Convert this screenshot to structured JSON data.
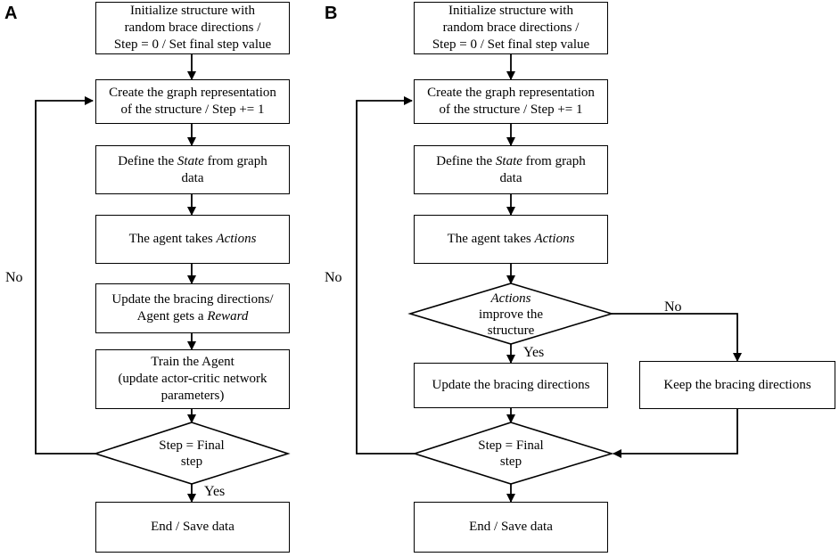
{
  "panel_a": {
    "label": "A",
    "init": [
      "Initialize structure with",
      "random brace directions /",
      "Step = 0 /  Set final step value"
    ],
    "graph": [
      "Create the graph representation",
      "of the structure / Step += 1"
    ],
    "state": {
      "prefix": "Define the ",
      "italic": "State",
      "suffix": " from graph",
      "line2": "data"
    },
    "actions": {
      "prefix": "The agent takes ",
      "italic": "Actions"
    },
    "update": {
      "line1": "Update the bracing directions/",
      "prefix": "Agent gets a ",
      "italic": "Reward"
    },
    "train": [
      "Train the Agent",
      "(update actor-critic network",
      "parameters)"
    ],
    "decision": [
      "Step = Final",
      "step"
    ],
    "end": "End / Save data",
    "yes_label": "Yes",
    "no_label": "No"
  },
  "panel_b": {
    "label": "B",
    "init": [
      "Initialize structure with",
      "random brace directions /",
      "Step = 0 / Set final step value"
    ],
    "graph": [
      "Create the graph representation",
      "of the structure / Step += 1"
    ],
    "state": {
      "prefix": "Define the ",
      "italic": "State",
      "suffix": " from graph",
      "line2": "data"
    },
    "actions": {
      "prefix": "The agent takes ",
      "italic": "Actions"
    },
    "improve": {
      "italic": "Actions",
      "line2": "improve the",
      "line3": "structure"
    },
    "update": "Update the bracing directions",
    "keep": "Keep the bracing directions",
    "decision": [
      "Step = Final",
      "step"
    ],
    "end": "End / Save data",
    "yes_label": "Yes",
    "no_label": "No",
    "no_loop_label": "No"
  }
}
